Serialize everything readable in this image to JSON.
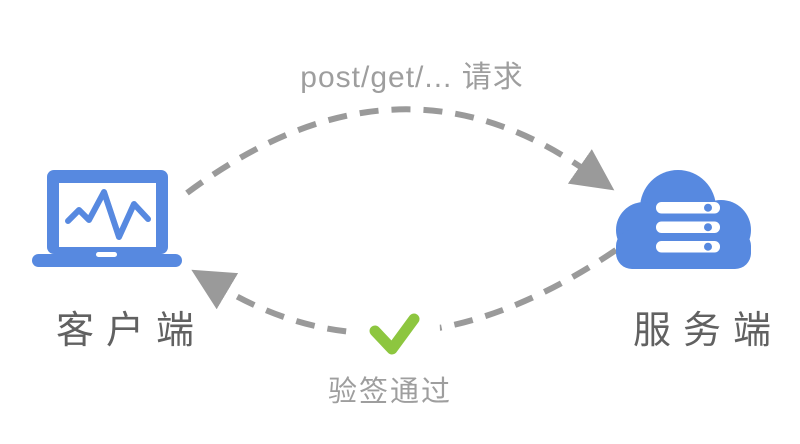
{
  "diagram": {
    "top_label": "post/get/... 请求",
    "bottom_label": "验签通过",
    "client": {
      "label": "客户端",
      "icon": "laptop-chart-icon"
    },
    "server": {
      "label": "服务端",
      "icon": "cloud-server-icon"
    },
    "check_icon": "checkmark-icon",
    "colors": {
      "bg": "#ffffff",
      "icon_blue": "#5789E0",
      "arrow_gray": "#9A9A9A",
      "annotation_gray": "#9E9E9E",
      "label_gray": "#616161",
      "check_green": "#8DC63F"
    }
  }
}
